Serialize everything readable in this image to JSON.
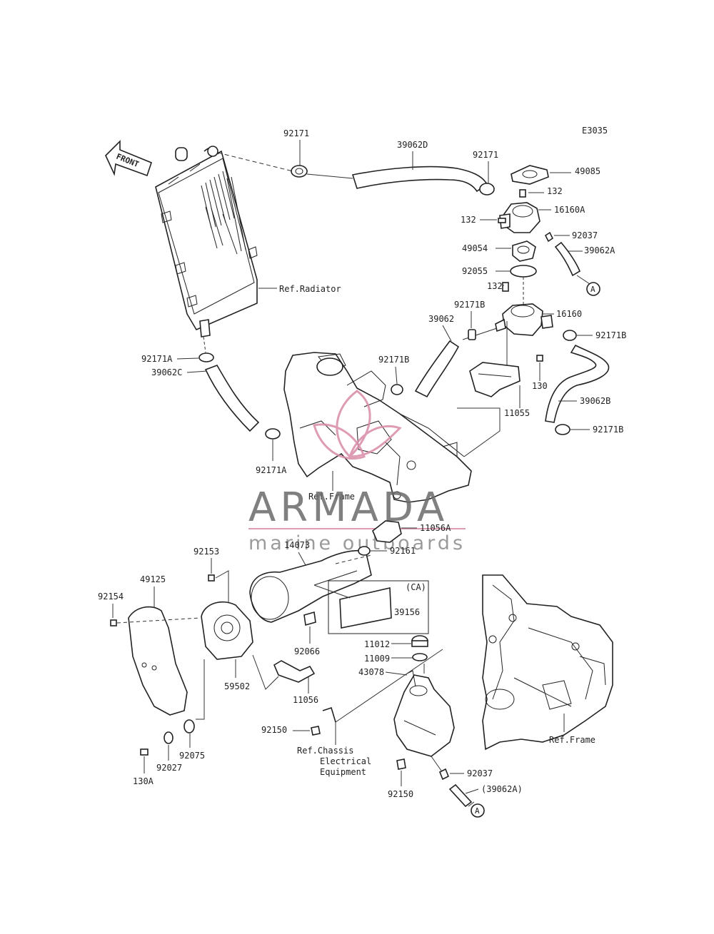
{
  "diagram_code": "E3035",
  "front_label": "FRONT",
  "ref_labels": {
    "radiator": "Ref.Radiator",
    "frame_upper": "Ref.Frame",
    "frame_lower": "Ref.Frame",
    "chassis_1": "Ref.Chassis",
    "chassis_2": "Electrical",
    "chassis_3": "Equipment"
  },
  "callout_A": "A",
  "ca_label": "(CA)",
  "watermark": {
    "brand": "ARMADA",
    "tagline": "marine outboards",
    "brand_color": "#6b6b6b",
    "accent_color": "#d98aa8"
  },
  "parts": [
    {
      "id": "p92171_top",
      "label": "92171"
    },
    {
      "id": "p39062D",
      "label": "39062D"
    },
    {
      "id": "p92171_b",
      "label": "92171"
    },
    {
      "id": "p49085",
      "label": "49085"
    },
    {
      "id": "p132_a",
      "label": "132"
    },
    {
      "id": "p16160A",
      "label": "16160A"
    },
    {
      "id": "p132_b",
      "label": "132"
    },
    {
      "id": "p92037_a",
      "label": "92037"
    },
    {
      "id": "p49054",
      "label": "49054"
    },
    {
      "id": "p39062A",
      "label": "39062A"
    },
    {
      "id": "p92055",
      "label": "92055"
    },
    {
      "id": "p132_c",
      "label": "132"
    },
    {
      "id": "p16160",
      "label": "16160"
    },
    {
      "id": "p92171B_a",
      "label": "92171B"
    },
    {
      "id": "p39062",
      "label": "39062"
    },
    {
      "id": "p92171B_b",
      "label": "92171B"
    },
    {
      "id": "p92171B_c",
      "label": "92171B"
    },
    {
      "id": "p130",
      "label": "130"
    },
    {
      "id": "p39062B",
      "label": "39062B"
    },
    {
      "id": "p11055",
      "label": "11055"
    },
    {
      "id": "p92171B_d",
      "label": "92171B"
    },
    {
      "id": "p92171A_a",
      "label": "92171A"
    },
    {
      "id": "p39062C",
      "label": "39062C"
    },
    {
      "id": "p92171A_b",
      "label": "92171A"
    },
    {
      "id": "p11056A",
      "label": "11056A"
    },
    {
      "id": "p14073",
      "label": "14073"
    },
    {
      "id": "p92161",
      "label": "92161"
    },
    {
      "id": "p92153",
      "label": "92153"
    },
    {
      "id": "p49125",
      "label": "49125"
    },
    {
      "id": "p92154",
      "label": "92154"
    },
    {
      "id": "p39156",
      "label": "39156"
    },
    {
      "id": "p92066",
      "label": "92066"
    },
    {
      "id": "p11012",
      "label": "11012"
    },
    {
      "id": "p11009",
      "label": "11009"
    },
    {
      "id": "p43078",
      "label": "43078"
    },
    {
      "id": "p59502",
      "label": "59502"
    },
    {
      "id": "p11056",
      "label": "11056"
    },
    {
      "id": "p92150_a",
      "label": "92150"
    },
    {
      "id": "p92075",
      "label": "92075"
    },
    {
      "id": "p92027",
      "label": "92027"
    },
    {
      "id": "p130A",
      "label": "130A"
    },
    {
      "id": "p92150_b",
      "label": "92150"
    },
    {
      "id": "p92037_b",
      "label": "92037"
    },
    {
      "id": "p39062A_paren",
      "label": "(39062A)"
    }
  ]
}
